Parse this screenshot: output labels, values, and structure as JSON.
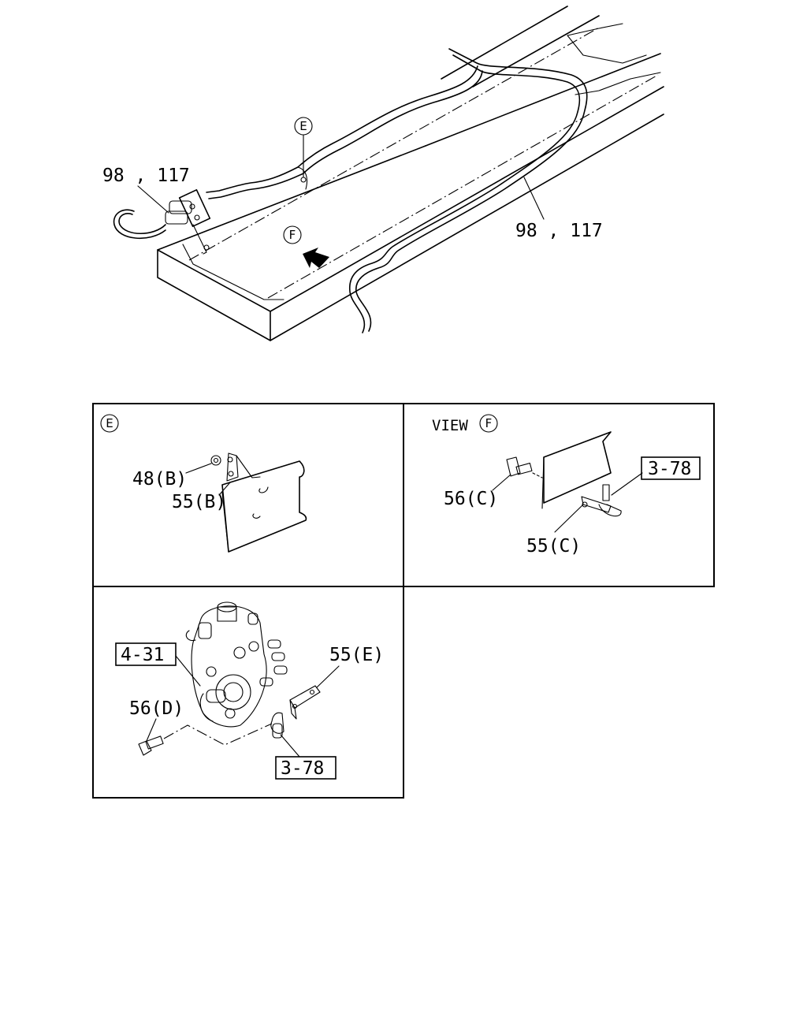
{
  "main_view": {
    "callout_left": "98 , 117",
    "callout_right": "98 , 117",
    "marker_e": "E",
    "marker_f": "F"
  },
  "panel_e": {
    "marker": "E",
    "part_nut": "48(B)",
    "part_bracket": "55(B)"
  },
  "panel_f": {
    "title_prefix": "VIEW",
    "marker": "F",
    "part_bolt": "56(C)",
    "part_bracket": "55(C)",
    "ref_clip": "3-78"
  },
  "panel_pump": {
    "ref_pump": "4-31",
    "part_bracket": "55(E)",
    "part_bolt": "56(D)",
    "ref_clip": "3-78"
  }
}
